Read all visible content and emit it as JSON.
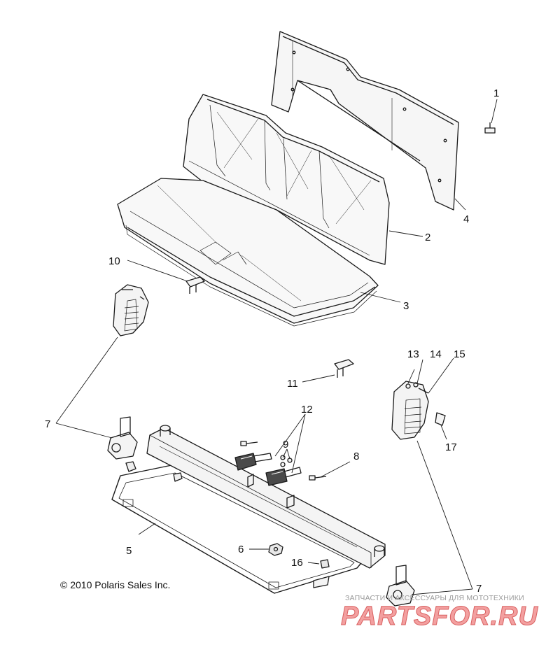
{
  "diagram": {
    "copyright": "© 2010 Polaris Sales Inc.",
    "watermark_tagline": "ЗАПЧАСТИ И АКСЕССУАРЫ ДЛЯ МОТОТЕХНИКИ",
    "watermark_logo": "PARTSFOR.RU",
    "colors": {
      "line": "#1a1a1a",
      "part_fill": "#f4f4f4",
      "watermark": "#f3a0a0"
    },
    "callouts": {
      "c1": "1",
      "c2": "2",
      "c3": "3",
      "c4": "4",
      "c5": "5",
      "c6": "6",
      "c7a": "7",
      "c7b": "7",
      "c8": "8",
      "c9": "9",
      "c10": "10",
      "c11": "11",
      "c12": "12",
      "c13": "13",
      "c14": "14",
      "c15": "15",
      "c16": "16",
      "c17": "17"
    }
  }
}
